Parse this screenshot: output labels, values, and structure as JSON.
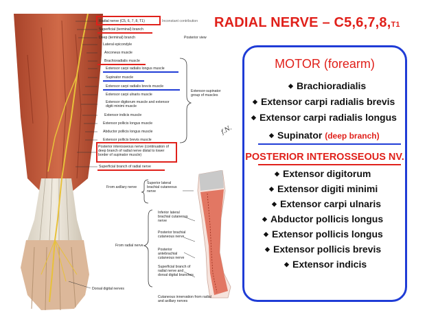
{
  "title": {
    "main": "RADIAL NERVE – C5,6,7,8,",
    "sub": "T1"
  },
  "motor": {
    "heading": "MOTOR (forearm)",
    "items": [
      "Brachioradialis",
      "Extensor carpi radialis brevis",
      "Extensor carpi radialis longus"
    ],
    "supinator": "Supinator",
    "supinator_note": "(deep branch)"
  },
  "pin": {
    "heading": "POSTERIOR INTEROSSEOUS NV.",
    "items": [
      "Extensor digitorum",
      "Extensor digiti minimi",
      "Extensor carpi ulnaris",
      "Abductor pollicis longus",
      "Extensor pollicis longus",
      "Extensor pollicis brevis",
      "Extensor indicis"
    ]
  },
  "diagram": {
    "label_radial": "Radial nerve (C5, 6, 7, 8, T1)",
    "label_inconstant": "Inconstant contribution",
    "label_posterior_view": "Posterior view",
    "labels": {
      "superficial_branch": "Superficial (terminal) branch",
      "deep_branch": "Deep (terminal) branch",
      "lateral_epicondyle": "Lateral epicondyle",
      "anconeus": "Anconeus muscle",
      "brachioradialis": "Brachioradialis muscle",
      "ecrl": "Extensor carpi radialis longus muscle",
      "supinator": "Supinator muscle",
      "ecrb": "Extensor carpi radialis brevis muscle",
      "ecu": "Extensor carpi ulnaris muscle",
      "edm": "Extensor digitorum muscle and extensor digiti minimi muscle",
      "eip": "Extensor indicis muscle",
      "epl": "Extensor pollicis longus muscle",
      "apl": "Abductor pollicis longus muscle",
      "epb": "Extensor pollicis brevis muscle",
      "pin": "Posterior interosseous nerve (continuation of deep branch of radial nerve distal to lower border of supinator muscle)",
      "superficial_radial": "Superficial branch of radial nerve",
      "group": "Extensor-supinator group of muscles",
      "dorsal_digital": "Dorsal digital nerves",
      "from_axillary": "From axillary nerve",
      "superior_lateral": "Superior lateral brachial cutaneous nerve",
      "from_radial": "From radial nerve",
      "inferior_lateral": "Inferior lateral brachial cutaneous nerve",
      "posterior_brachial": "Posterior brachial cutaneous nerve",
      "posterior_antebrachial": "Posterior antebrachial cutaneous nerve",
      "superficial_dorsal": "Superficial branch of radial nerve and dorsal digital branches",
      "cutaneous_innervation": "Cutaneous innervation from radial and axillary nerves"
    }
  },
  "colors": {
    "accent_red": "#e0201a",
    "box_blue": "#1f3cd6",
    "underline_blue": "#1f3cd6",
    "muscle": "#c65a3a",
    "nerve": "#e8c13a",
    "skin_region": "#e06a55"
  }
}
